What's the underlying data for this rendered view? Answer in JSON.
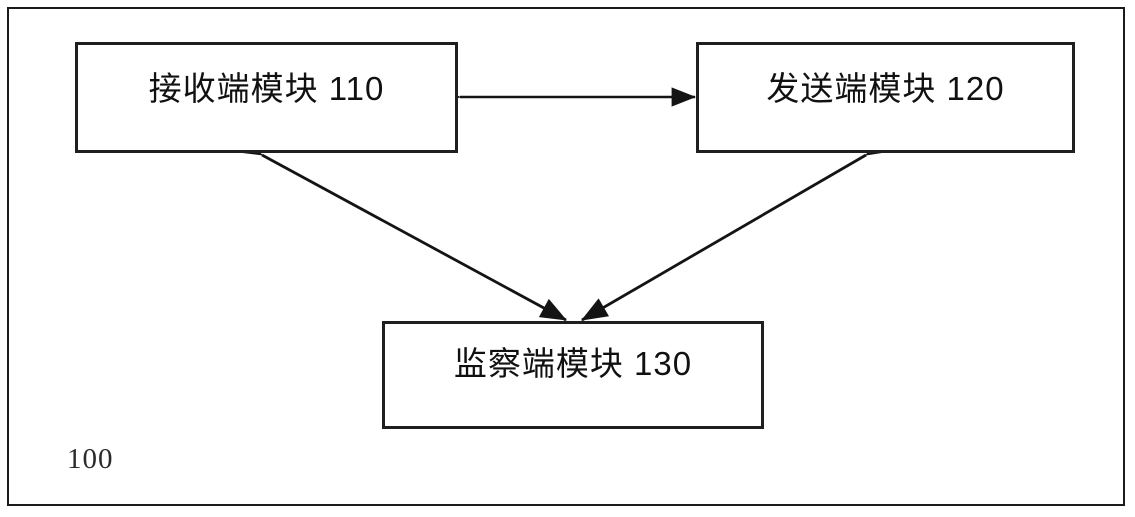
{
  "figure": {
    "number_label": "100",
    "frame_color": "#1b1b1b",
    "box_border_color": "#1f1f1f",
    "background": "#ffffff",
    "line_color": "#1a1a1a"
  },
  "nodes": [
    {
      "id": "110",
      "name": "receiver-module",
      "label": "接收端模块 110"
    },
    {
      "id": "120",
      "name": "sender-module",
      "label": "发送端模块 120"
    },
    {
      "id": "130",
      "name": "supervisor-module",
      "label": "监察端模块 130"
    }
  ],
  "connections": [
    {
      "name": "receiver-to-sender",
      "from": "110",
      "to": "120",
      "style": "double-headed-horizontal"
    },
    {
      "name": "receiver-to-supervisor",
      "from": "110",
      "to": "130",
      "style": "double-headed-diagonal"
    },
    {
      "name": "sender-to-supervisor",
      "from": "120",
      "to": "130",
      "style": "double-headed-diagonal"
    }
  ]
}
